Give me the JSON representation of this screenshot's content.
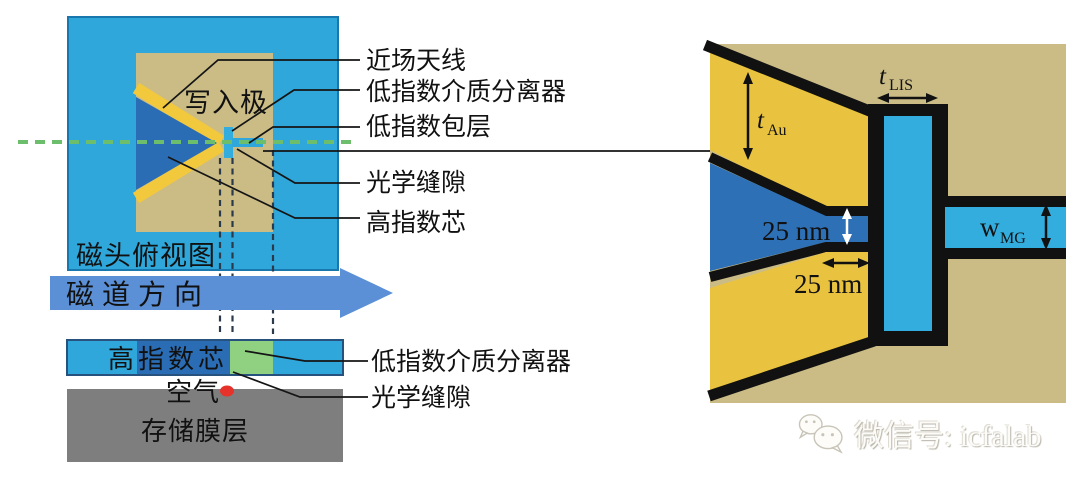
{
  "figure": {
    "left_panel": {
      "title": "磁头俯视图",
      "write_pole_label": "写入极",
      "track_arrow_label": "磁道方向",
      "labels": {
        "near_field_antenna": "近场天线",
        "low_index_separator": "低指数介质分离器",
        "low_index_cladding": "低指数包层",
        "optical_gap": "光学缝隙",
        "high_index_core": "高指数芯"
      },
      "cross_section": {
        "high_index_core": "高指数芯",
        "air": "空气",
        "storage_layer": "存储膜层",
        "low_index_separator": "低指数介质分离器",
        "optical_gap": "光学缝隙"
      }
    },
    "right_panel": {
      "dimensions": {
        "t_au_symbol": "t",
        "t_au_sub": "Au",
        "t_lis_symbol": "t",
        "t_lis_sub": "LIS",
        "w_mg_symbol": "w",
        "w_mg_sub": "MG",
        "neck_height": "25 nm",
        "gap_width": "25 nm"
      }
    },
    "watermark": {
      "text": "微信号: icfalab"
    },
    "colors": {
      "cladding_cyan": "#2FA7DA",
      "lis_cyan": "#33ADDE",
      "tan": "#CBBC86",
      "gold": "#E9C340",
      "yellow": "#F2C83D",
      "core_blue": "#2A6DB5",
      "core_blue_right": "#2E70B6",
      "arrow_blue": "#5C90D6",
      "green_segment": "#8FD181",
      "storage_gray": "#7E7E7E",
      "hotspot_red": "#E6322A",
      "dash_green": "#6CBE6C",
      "line_black": "#151515"
    }
  }
}
